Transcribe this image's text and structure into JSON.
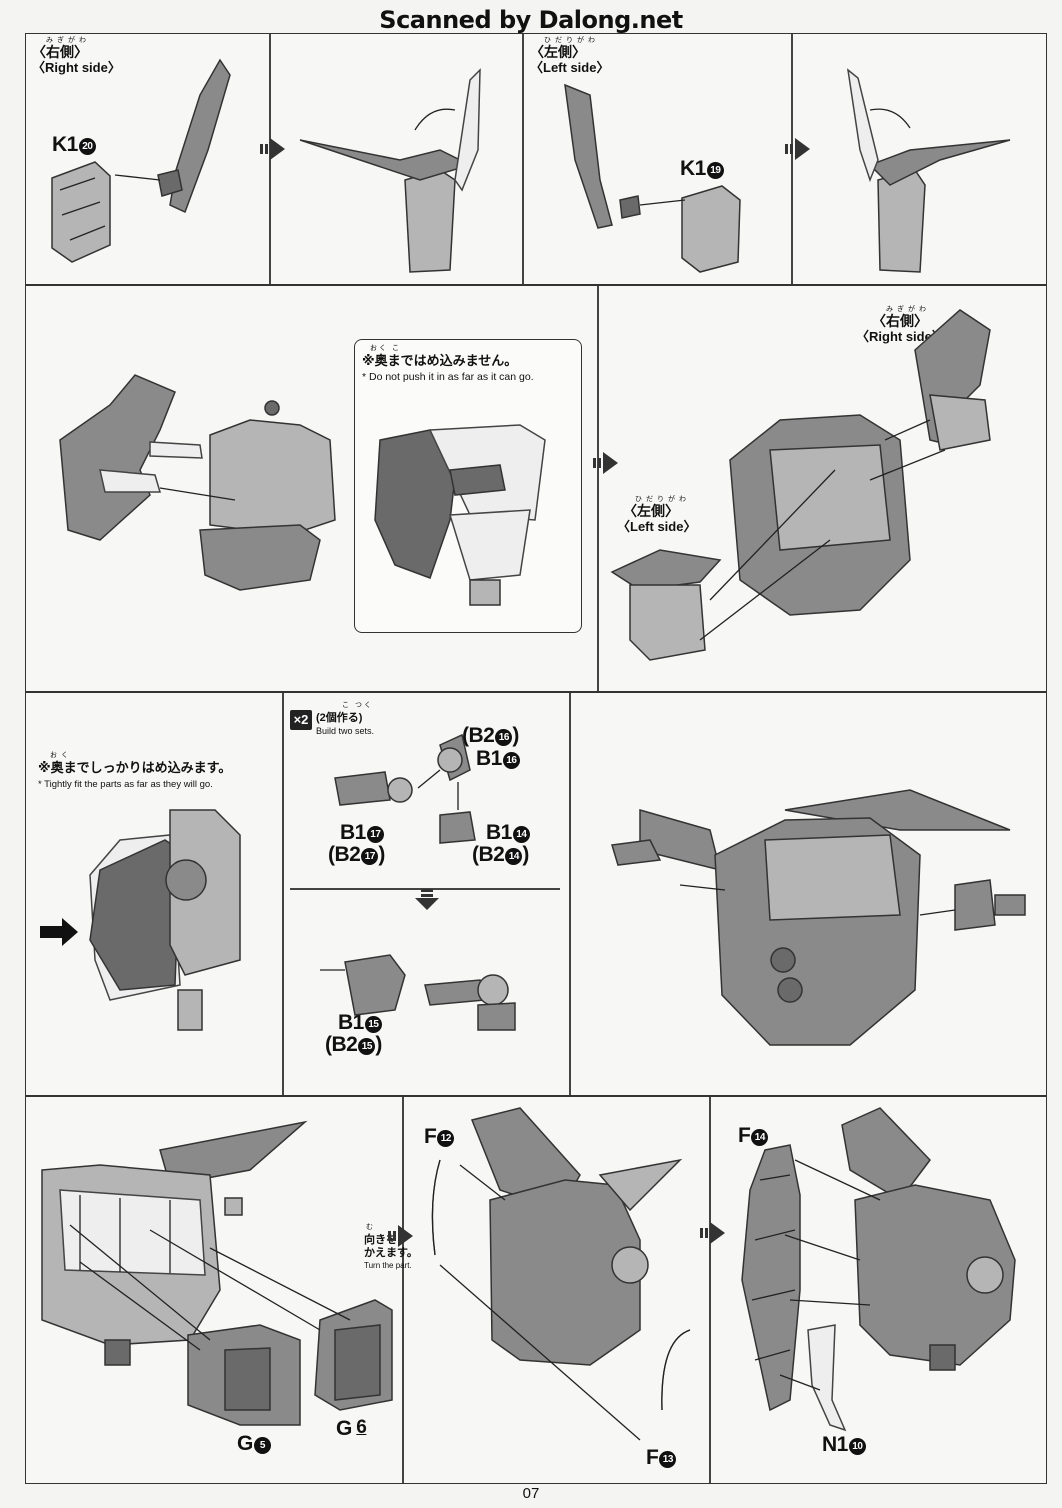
{
  "header": {
    "scanned_by": "Scanned by Dalong.net"
  },
  "step1": {
    "right_side": {
      "ruby": "みぎがわ",
      "jp": "〈右側〉",
      "en": "〈Right side〉"
    },
    "left_side": {
      "ruby": "ひだりがわ",
      "jp": "〈左側〉",
      "en": "〈Left side〉"
    },
    "part_right": {
      "runner": "K1",
      "num": "20"
    },
    "part_left": {
      "runner": "K1",
      "num": "19"
    }
  },
  "step2": {
    "note_ruby": "おく      こ",
    "note_jp": "※奥まではめ込みません。",
    "note_en": "* Do not push it in as far as it can go.",
    "right_side": {
      "ruby": "みぎがわ",
      "jp": "〈右側〉",
      "en": "〈Right side〉"
    },
    "left_side": {
      "ruby": "ひだりがわ",
      "jp": "〈左側〉",
      "en": "〈Left side〉"
    }
  },
  "step3": {
    "note_ruby": "おく",
    "note_jp": "※奥までしっかりはめ込みます。",
    "note_en": "* Tightly fit the parts as far as they will go.",
    "x2_badge": "×2",
    "x2_jp": "(2個作る)",
    "x2_ruby": "こ つく",
    "x2_en": "Build two sets.",
    "parts": {
      "b2_16": {
        "runner": "(B2",
        "num": "16",
        "close": ")"
      },
      "b1_16": {
        "runner": "B1",
        "num": "16"
      },
      "b1_17": {
        "runner": "B1",
        "num": "17"
      },
      "b2_17": {
        "runner": "(B2",
        "num": "17",
        "close": ")"
      },
      "b1_14": {
        "runner": "B1",
        "num": "14"
      },
      "b2_14": {
        "runner": "(B2",
        "num": "14",
        "close": ")"
      },
      "b1_15": {
        "runner": "B1",
        "num": "15"
      },
      "b2_15": {
        "runner": "(B2",
        "num": "15",
        "close": ")"
      }
    }
  },
  "step4": {
    "turn_ruby": "む",
    "turn_jp_1": "向きを",
    "turn_jp_2": "かえます。",
    "turn_en": "Turn the part.",
    "parts": {
      "g5": {
        "runner": "G",
        "num": "5"
      },
      "g6": {
        "runner": "G",
        "num": "6"
      },
      "f12": {
        "runner": "F",
        "num": "12"
      },
      "f13": {
        "runner": "F",
        "num": "13"
      },
      "f14": {
        "runner": "F",
        "num": "14"
      },
      "n1_10": {
        "runner": "N1",
        "num": "10"
      }
    }
  },
  "footer": {
    "page_number": "07"
  }
}
